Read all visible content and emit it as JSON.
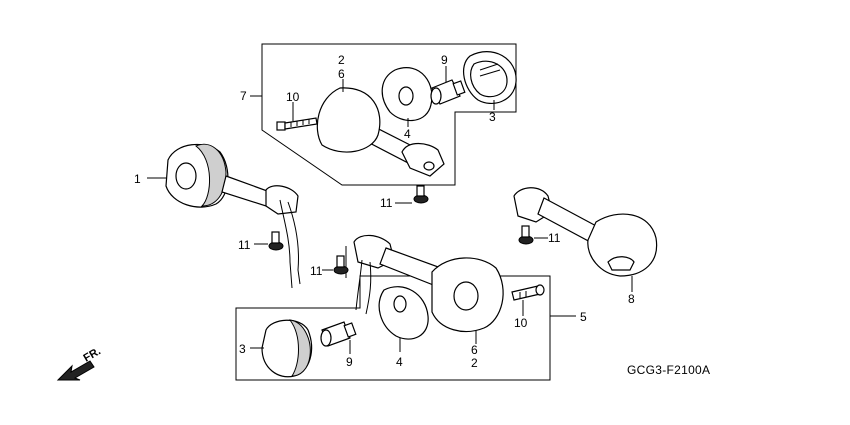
{
  "callouts": {
    "c1": "1",
    "c2_top": "2",
    "c6_top": "6",
    "c9_top": "9",
    "c7": "7",
    "c10_top": "10",
    "c4_top": "4",
    "c3_top": "3",
    "c11_a": "11",
    "c11_b": "11",
    "c11_c": "11",
    "c11_d": "11",
    "c8": "8",
    "c5": "5",
    "c10_bot": "10",
    "c3_bot": "3",
    "c9_bot": "9",
    "c4_bot": "4",
    "c6_bot": "6",
    "c2_bot": "2"
  },
  "diagram_code": "GCG3-F2100A",
  "direction_label": "FR.",
  "icons": {
    "direction": "front-arrow-icon"
  }
}
